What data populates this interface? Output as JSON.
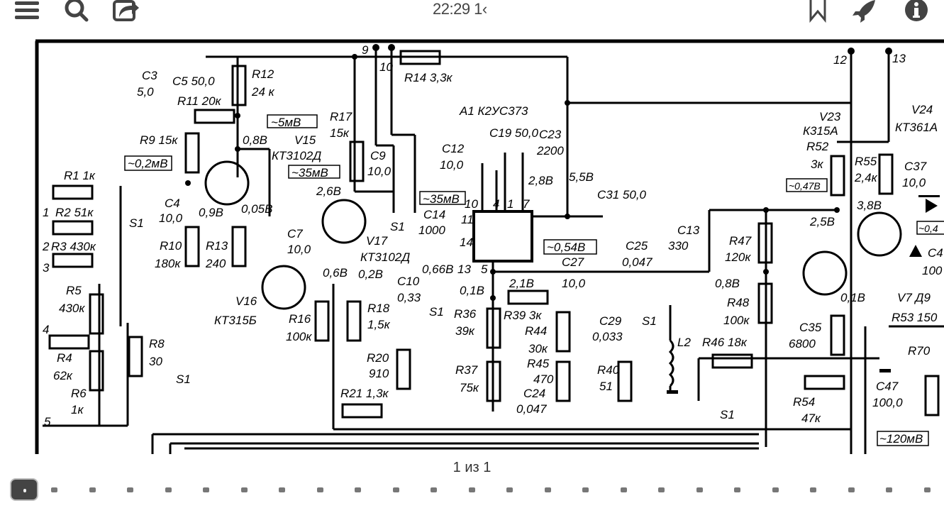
{
  "toolbar": {
    "title": "22:29 1‹",
    "icons": [
      "menu-icon",
      "search-icon",
      "share-icon",
      "bookmark-icon",
      "rocket-icon",
      "info-icon"
    ]
  },
  "document": {
    "labels": {
      "C3": "C3",
      "C3v": "5,0",
      "C5": "C5  50,0",
      "R12": "R12",
      "R12v": "24 к",
      "R11": "R11  20к",
      "m5": "~5мВ",
      "R9": "R9  15к",
      "v088": "0,8В",
      "V15": "V15",
      "V15t": "КТ3102Д",
      "m02": "~0,2мВ",
      "m35a": "~35мВ",
      "R1": "R1  1к",
      "R2": "R2  51к",
      "R3": "R3  430к",
      "n1": "1",
      "n2": "2",
      "n3": "3",
      "n4": "4",
      "n5": "5",
      "S1a": "S1",
      "C4": "C4",
      "C4v": "10,0",
      "v09": "0,9В",
      "v005": "0,05В",
      "R10": "R10",
      "R10v": "180к",
      "R13": "R13",
      "R13v": "240",
      "C7": "C7",
      "C7v": "10,0",
      "R5": "R5",
      "R5v": "430к",
      "R4": "R4",
      "R4v": "62к",
      "R6": "R6",
      "R6v": "1к",
      "R8": "R8",
      "R8v": "30",
      "S1b": "S1",
      "V16": "V16",
      "V16t": "КТ315Б",
      "R16": "R16",
      "R16v": "100к",
      "v06": "0,6В",
      "n9": "9",
      "n10": "10",
      "R14": "R14  3,3к",
      "A1": "A1  К2УС373",
      "R17": "R17",
      "R17v": "15к",
      "C9": "C9",
      "C9v": "10,0",
      "v26": "2,6В",
      "C12": "C12",
      "C12v": "10,0",
      "C19": "C19 50,0",
      "C23": "C23",
      "C23v": "2200",
      "v28": "2,8В",
      "v55": "5,5В",
      "C31": "C31  50,0",
      "m35b": "~35мВ",
      "C14": "C14",
      "C14v": "1000",
      "S1c": "S1",
      "p10": "10",
      "p4": "4",
      "p1": "1",
      "p7": "7",
      "p11": "11",
      "p14": "14",
      "p13": "13",
      "p5": "5",
      "V17": "V17",
      "V17t": "КТ3102Д",
      "v02": "0,2В",
      "C10": "C10",
      "C10v": "0,33",
      "v066": "0,66В",
      "v01": "0,1В",
      "m054": "~0,54В",
      "C27": "C27",
      "C27v": "10,0",
      "C25": "C25",
      "C25v": "0,047",
      "v21": "2,1В",
      "R39": "R39  3к",
      "R36": "R36",
      "R36v": "39к",
      "R44": "R44",
      "R44v": "30к",
      "R45": "R45",
      "R45v": "470",
      "C29": "C29",
      "C29v": "0,033",
      "S1d": "S1",
      "L2": "L2",
      "R18": "R18",
      "R18v": "1,5к",
      "S1e": "S1",
      "R20": "R20",
      "R20v": "910",
      "R21": "R21  1,3к",
      "R37": "R37",
      "R37v": "75к",
      "C24": "C24",
      "C24v": "0,047",
      "R40": "R40",
      "R40v": "51",
      "n12": "12",
      "n13": "13",
      "V23": "V23",
      "V23t": "К315А",
      "R52": "R52",
      "R52v": "3к",
      "m047": "~0,47В",
      "v25": "2,5В",
      "C13": "C13",
      "C13v": "330",
      "R47": "R47",
      "R47v": "120к",
      "v08b": "0,8В",
      "R48": "R48",
      "R48v": "100к",
      "R46": "R46  18к",
      "S1f": "S1",
      "C35": "C35",
      "C35v": "6800",
      "R54": "R54",
      "R54v": "47к",
      "v01b": "0,1В",
      "V24": "V24",
      "V24t": "КТ361А",
      "R55": "R55",
      "R55v": "2,4к",
      "C37": "C37",
      "C37v": "10,0",
      "v38": "3,8В",
      "m04": "~0,4",
      "C40": "C4",
      "C40v": "100",
      "V7": "V7  Д9",
      "R53": "R53  150",
      "R70": "R70",
      "C47": "C47",
      "C47v": "100,0",
      "m120": "~120мВ"
    }
  },
  "footer": {
    "page_indicator": "1 из 1",
    "thumbnail_count": 24
  }
}
